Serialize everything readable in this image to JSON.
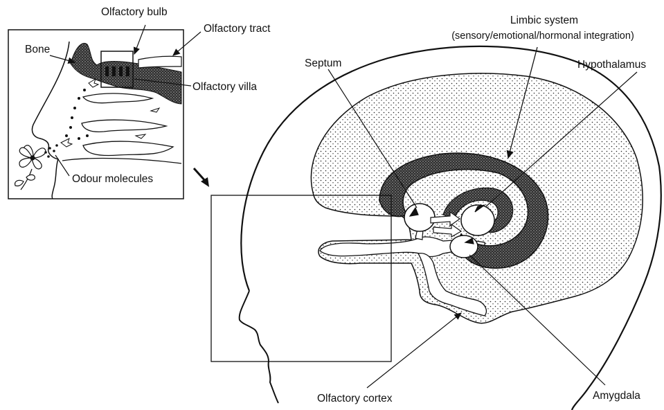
{
  "labels": {
    "olfactory_bulb": "Olfactory bulb",
    "olfactory_tract": "Olfactory tract",
    "bone": "Bone",
    "olfactory_villa": "Olfactory villa",
    "odour_molecules": "Odour molecules",
    "limbic_system_line1": "Limbic system",
    "limbic_system_line2": "(sensory/emotional/hormonal integration)",
    "septum": "Septum",
    "hypothalamus": "Hypothalamus",
    "olfactory_cortex": "Olfactory cortex",
    "amygdala": "Amygdala"
  },
  "colors": {
    "ink": "#111111",
    "brain_fill": "#e9e9e9",
    "limbic_fill": "#3a3a3a",
    "paper": "#ffffff"
  }
}
